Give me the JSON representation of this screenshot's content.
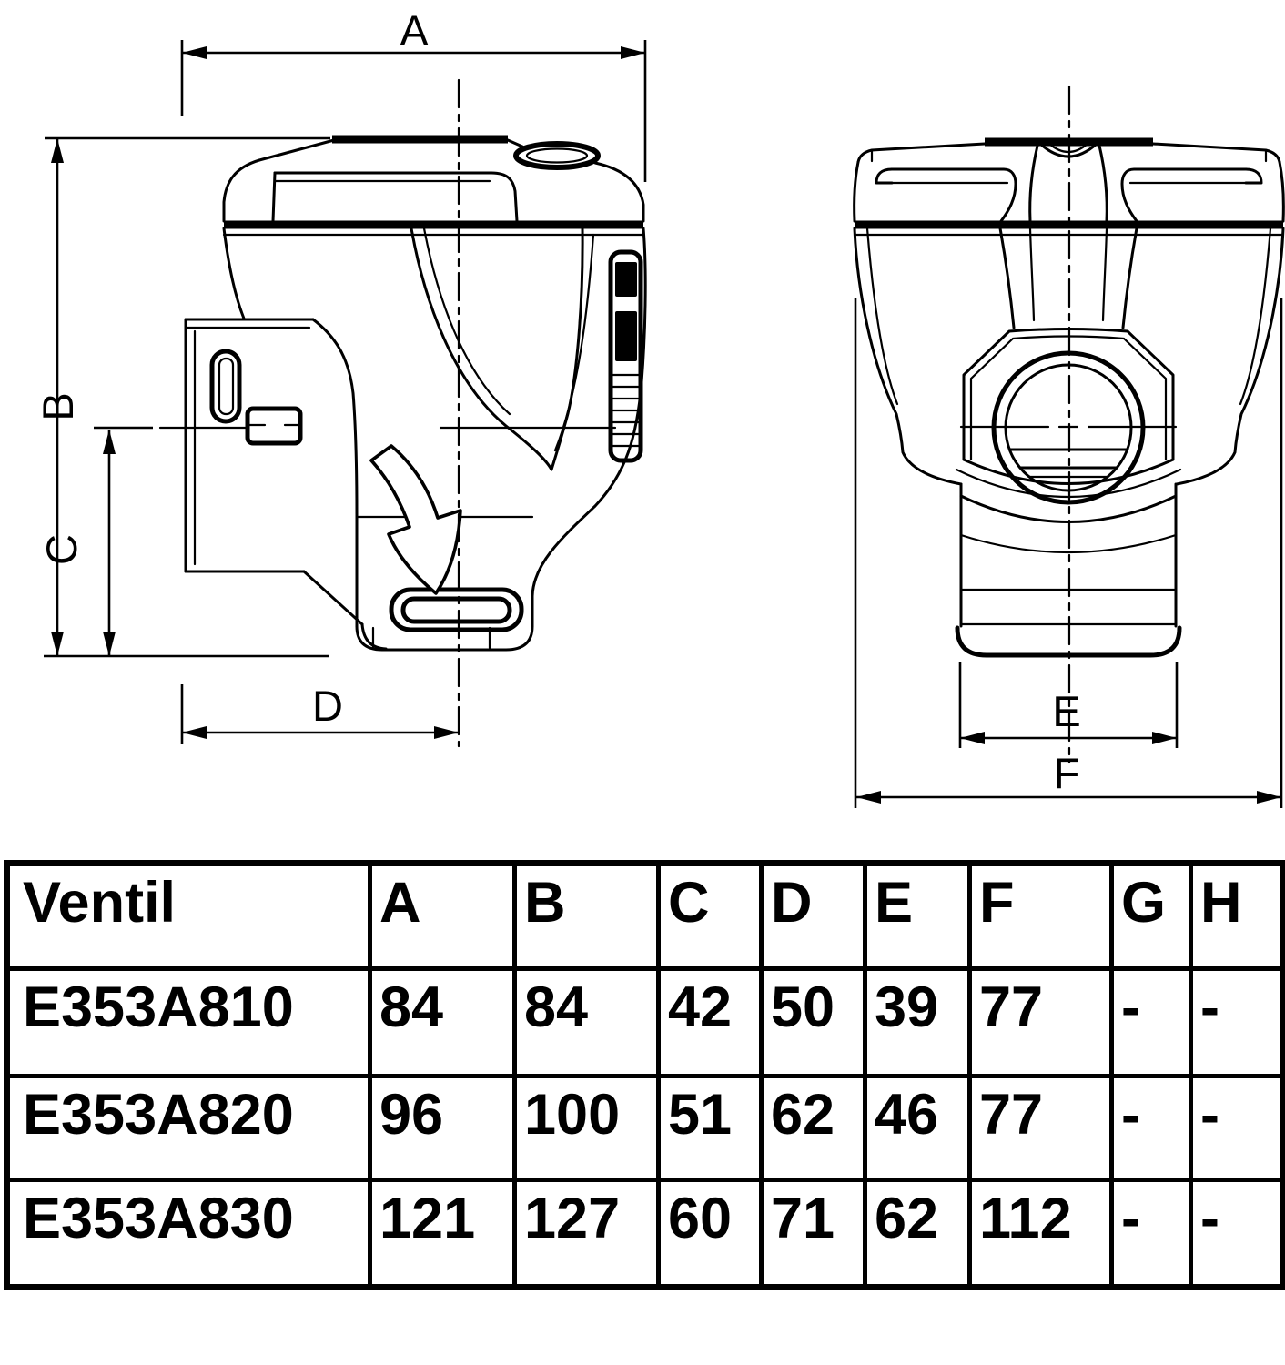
{
  "drawing": {
    "dims": {
      "a": "A",
      "b": "B",
      "c": "C",
      "d": "D",
      "e": "E",
      "f": "F"
    }
  },
  "table": {
    "header": [
      "Ventil",
      "A",
      "B",
      "C",
      "D",
      "E",
      "F",
      "G",
      "H"
    ],
    "rows": [
      [
        "E353A810",
        "84",
        "84",
        "42",
        "50",
        "39",
        "77",
        "-",
        "-"
      ],
      [
        "E353A820",
        "96",
        "100",
        "51",
        "62",
        "46",
        "77",
        "-",
        "-"
      ],
      [
        "E353A830",
        "121",
        "127",
        "60",
        "71",
        "62",
        "112",
        "-",
        "-"
      ]
    ]
  },
  "colors": {
    "ink": "#000000",
    "paper": "#ffffff"
  }
}
